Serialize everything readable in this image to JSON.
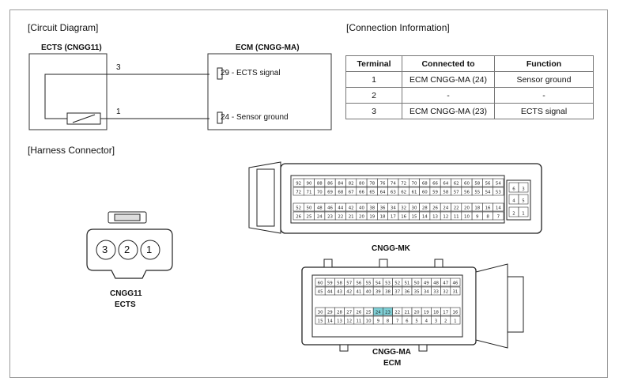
{
  "headings": {
    "circuit": "[Circuit Diagram]",
    "connection": "[Connection Information]",
    "harness": "[Harness Connector]"
  },
  "circuit": {
    "ects_title": "ECTS (CNGG11)",
    "ecm_title": "ECM (CNGG-MA)",
    "pin_top": "3",
    "pin_bottom": "1",
    "ecm_pin_top": "29",
    "ecm_sig_top": " - ECTS signal",
    "ecm_pin_bottom": "24",
    "ecm_sig_bottom": " - Sensor ground"
  },
  "connection_table": {
    "headers": [
      "Terminal",
      "Connected to",
      "Function"
    ],
    "rows": [
      [
        "1",
        "ECM CNGG-MA (24)",
        "Sensor ground"
      ],
      [
        "2",
        "-",
        "-"
      ],
      [
        "3",
        "ECM CNGG-MA (23)",
        "ECTS signal"
      ]
    ]
  },
  "harness": {
    "ects_pins": [
      "3",
      "2",
      "1"
    ],
    "ects_label_1": "CNGG11",
    "ects_label_2": "ECTS",
    "mk_label": "CNGG-MK",
    "mk_side_pins": [
      "6",
      "3",
      "4",
      "5",
      "2",
      "1"
    ],
    "mk_row1": [
      "92",
      "90",
      "88",
      "86",
      "84",
      "82",
      "80",
      "78",
      "76",
      "74",
      "72",
      "70",
      "68",
      "66",
      "64",
      "62",
      "60",
      "58",
      "56",
      "54"
    ],
    "mk_row2": [
      "72",
      "71",
      "70",
      "69",
      "68",
      "67",
      "66",
      "65",
      "64",
      "63",
      "62",
      "61",
      "60",
      "59",
      "58",
      "57",
      "56",
      "55",
      "54",
      "53"
    ],
    "mk_row3": [
      "52",
      "50",
      "48",
      "46",
      "44",
      "42",
      "40",
      "38",
      "36",
      "34",
      "32",
      "30",
      "28",
      "26",
      "24",
      "22",
      "20",
      "18",
      "16",
      "14"
    ],
    "mk_row4": [
      "26",
      "25",
      "24",
      "23",
      "22",
      "21",
      "20",
      "19",
      "18",
      "17",
      "16",
      "15",
      "14",
      "13",
      "12",
      "11",
      "10",
      "9",
      "8",
      "7"
    ],
    "ma_row1": [
      "60",
      "59",
      "58",
      "57",
      "56",
      "55",
      "54",
      "53",
      "52",
      "51",
      "50",
      "49",
      "48",
      "47",
      "46"
    ],
    "ma_row2": [
      "45",
      "44",
      "43",
      "42",
      "41",
      "40",
      "39",
      "38",
      "37",
      "36",
      "35",
      "34",
      "33",
      "32",
      "31"
    ],
    "ma_row3": [
      "30",
      "29",
      "28",
      "27",
      "26",
      "25",
      "24",
      "23",
      "22",
      "21",
      "20",
      "19",
      "18",
      "17",
      "16"
    ],
    "ma_row4": [
      "15",
      "14",
      "13",
      "12",
      "11",
      "10",
      "9",
      "8",
      "7",
      "6",
      "5",
      "4",
      "3",
      "2",
      "1"
    ],
    "ma_label_1": "CNGG-MA",
    "ma_label_2": "ECM",
    "highlight_color": "#7fd0d6"
  }
}
